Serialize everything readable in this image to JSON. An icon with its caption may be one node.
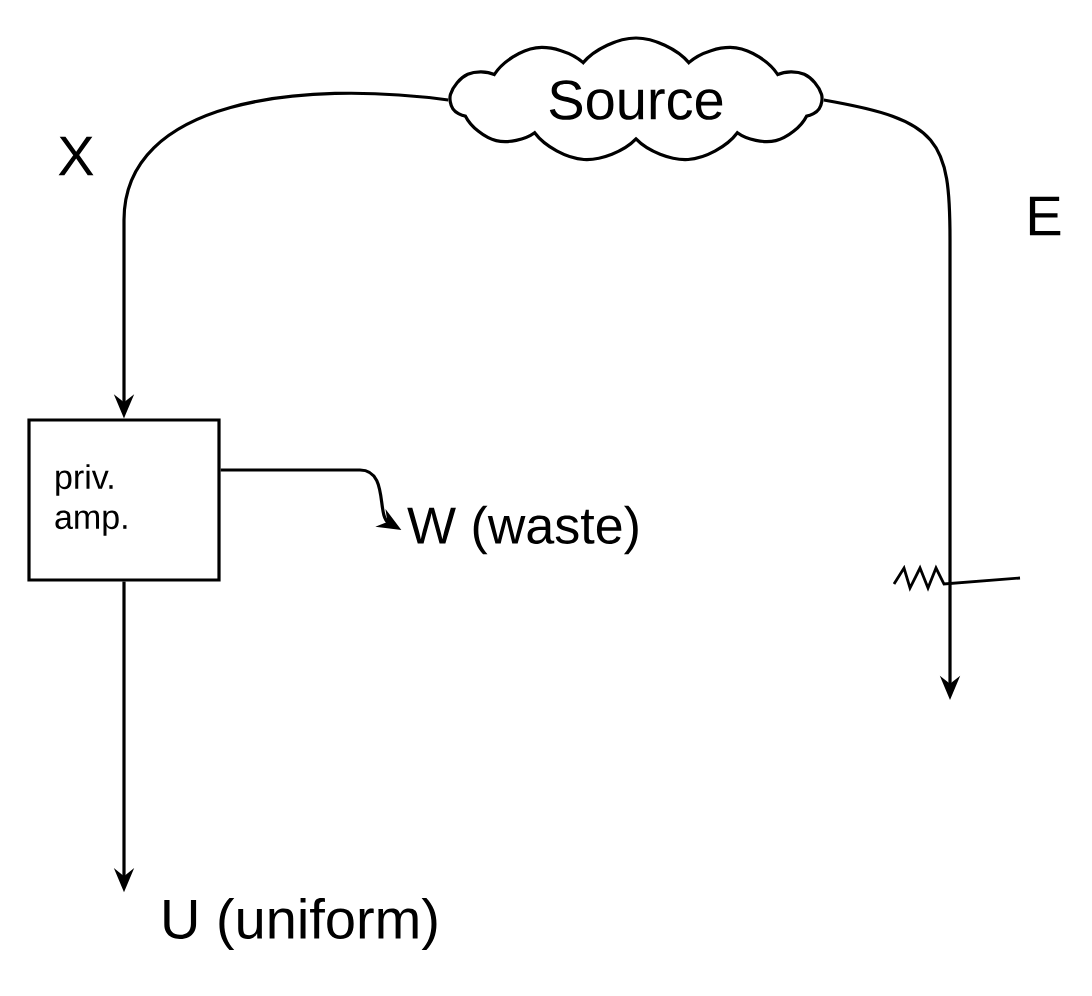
{
  "diagram": {
    "nodes": [
      {
        "text": [
          "Source"
        ]
      },
      {
        "text": [
          "priv. amp."
        ]
      },
      {
        "text": [
          "W (waste)"
        ]
      },
      {
        "text": [
          "U (uniform)"
        ]
      }
    ],
    "edges": [
      {
        "from": 0,
        "to": 1,
        "arrow": "to",
        "label": "X"
      },
      {
        "from": 0,
        "to": null,
        "arrow": "to",
        "label": "E"
      },
      {
        "from": 1,
        "to": 2,
        "arrow": "to"
      },
      {
        "from": 1,
        "to": 3,
        "arrow": "to"
      }
    ]
  }
}
